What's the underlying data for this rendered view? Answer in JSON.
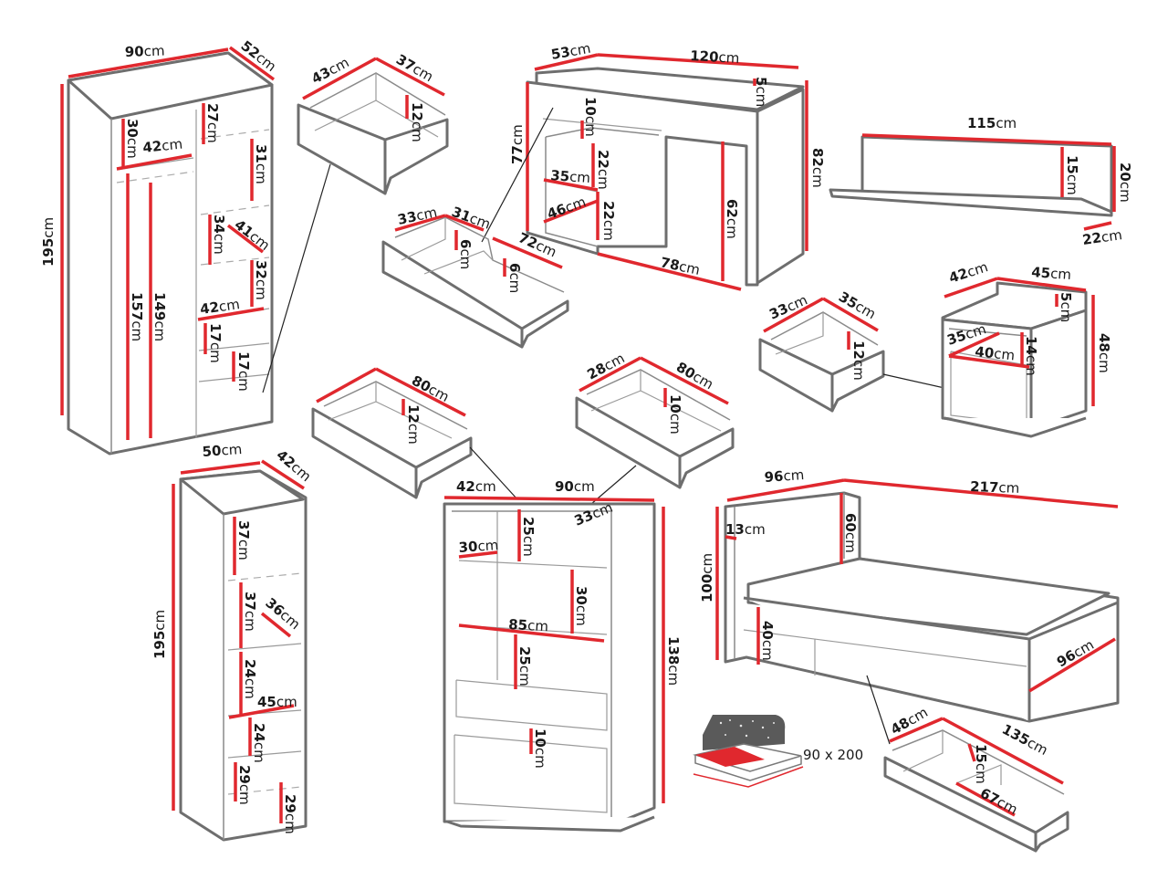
{
  "colors": {
    "dimension": "#e0282e",
    "outline": "#6e6e6e",
    "background": "#ffffff",
    "mattress_icon": "#5a5a5a"
  },
  "unit": "cm",
  "items": {
    "wardrobe": {
      "name": "wardrobe",
      "labels": {
        "width": "90",
        "depth": "52",
        "height": "195",
        "top_left_shelf_h": "30",
        "top_left_shelf_w": "42",
        "hanging_h_outer": "157",
        "hanging_h_inner": "149",
        "right_top_h": "27",
        "right_2_h": "31",
        "right_3_h": "34",
        "right_3_depth": "41",
        "right_4_h": "32",
        "right_shelf_w": "42",
        "drawer1_h": "17",
        "drawer2_h": "17"
      }
    },
    "wardrobe_drawer": {
      "labels": {
        "width": "43",
        "depth": "37",
        "height": "12"
      }
    },
    "desk": {
      "labels": {
        "depth": "53",
        "width": "120",
        "upstand": "5",
        "height_left": "77",
        "height_right": "82",
        "top_drawer_gap": "10",
        "drawer1_h": "22",
        "drawer2_h": "22",
        "drawer_w": "35",
        "drawer_depth": "46",
        "legroom_h": "62",
        "legroom_w": "78"
      }
    },
    "desk_drawer": {
      "labels": {
        "front_w": "33",
        "depth": "31",
        "h1": "6",
        "length": "72",
        "h2": "6"
      }
    },
    "wall_shelf": {
      "labels": {
        "width": "115",
        "back_h": "15",
        "height": "20",
        "depth": "22"
      }
    },
    "nightstand_drawer": {
      "labels": {
        "width": "33",
        "depth": "35",
        "height": "12"
      }
    },
    "nightstand": {
      "labels": {
        "depth": "42",
        "width": "45",
        "upstand": "5",
        "height": "48",
        "niche_depth": "35",
        "niche_w": "40",
        "niche_h": "14"
      }
    },
    "bookcase": {
      "labels": {
        "width": "50",
        "depth": "42",
        "height": "195",
        "s1": "37",
        "s2": "37",
        "s2_depth": "36",
        "s3": "24",
        "shelf_w": "45",
        "s4": "24",
        "s5": "29",
        "s6": "29"
      }
    },
    "chest_drawer_left": {
      "labels": {
        "length": "80",
        "height": "12"
      }
    },
    "chest_drawer_right": {
      "labels": {
        "width": "28",
        "length": "80",
        "height": "10"
      }
    },
    "chest": {
      "labels": {
        "depth": "42",
        "width": "90",
        "inner_depth": "33",
        "top_gap": "25",
        "side_shelf": "30",
        "mid_gap": "30",
        "shelf_w": "85",
        "lower_gap": "25",
        "drawer_gap": "10",
        "height": "138"
      }
    },
    "bed": {
      "labels": {
        "head_w": "96",
        "length": "217",
        "head_thickness": "13",
        "head_h": "60",
        "total_h": "100",
        "frame_h": "40",
        "foot_w": "96"
      }
    },
    "bed_drawer": {
      "labels": {
        "depth": "48",
        "length": "135",
        "height": "15",
        "compartment": "67"
      }
    },
    "mattress": {
      "icon": "mattress-icon",
      "size": "90 x 200"
    }
  }
}
